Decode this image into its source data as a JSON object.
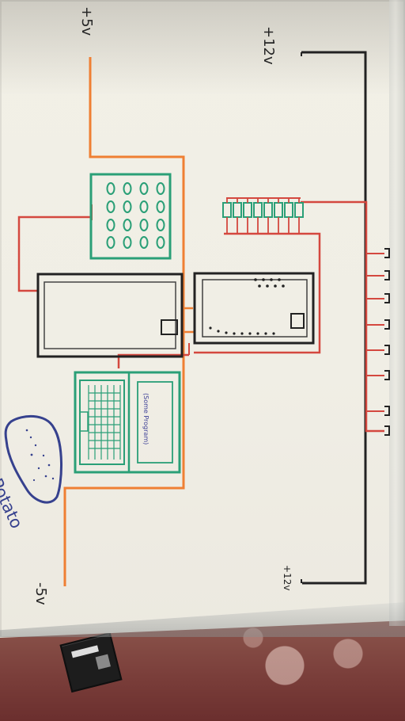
{
  "labels": {
    "top_left_voltage": "+5v",
    "top_right_voltage": "+12v",
    "bottom_left_voltage": "-5v",
    "bottom_right_voltage": "+12v",
    "potato": "Potato",
    "laptop_screen": "(Some Program)"
  },
  "colors": {
    "board": "#f0eee5",
    "orange_wire": "#ef7f33",
    "red_wire": "#d4483f",
    "black_wire": "#222222",
    "green_ink": "#2a9f77",
    "blue_ink": "#36418e"
  },
  "objects": [
    "whiteboard",
    "hand-drawn-circuit",
    "potato-sketch",
    "laptop-sketch",
    "keypad-sketch",
    "breadboard-sketch",
    "led-array",
    "battery-on-rug"
  ]
}
